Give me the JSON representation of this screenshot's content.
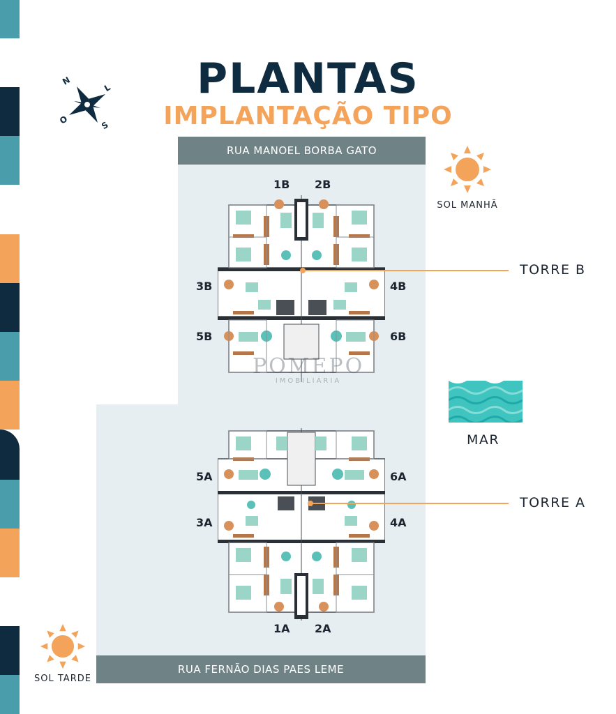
{
  "title": "PLANTAS",
  "subtitle": "IMPLANTAÇÃO TIPO",
  "compass": {
    "n": "N",
    "l": "L",
    "s": "S",
    "o": "O"
  },
  "streets": {
    "top": "RUA MANOEL BORBA GATO",
    "bottom": "RUA FERNÃO DIAS PAES LEME"
  },
  "sun": {
    "morning": "SOL MANHÃ",
    "afternoon": "SOL TARDE"
  },
  "sea": "MAR",
  "towers": {
    "b": "TORRE B",
    "a": "TORRE A"
  },
  "units_b": {
    "u1": "1B",
    "u2": "2B",
    "u3": "3B",
    "u4": "4B",
    "u5": "5B",
    "u6": "6B"
  },
  "units_a": {
    "u1": "1A",
    "u2": "2A",
    "u3": "3A",
    "u4": "4A",
    "u5": "5A",
    "u6": "6A"
  },
  "watermark": {
    "brand": "POMEPO",
    "sub": "IMOBILIÁRIA"
  },
  "colors": {
    "navy": "#0f2b40",
    "orange": "#f3a35a",
    "teal": "#4a9dab",
    "sea": "#3fc4c0",
    "street": "#6f8286"
  }
}
